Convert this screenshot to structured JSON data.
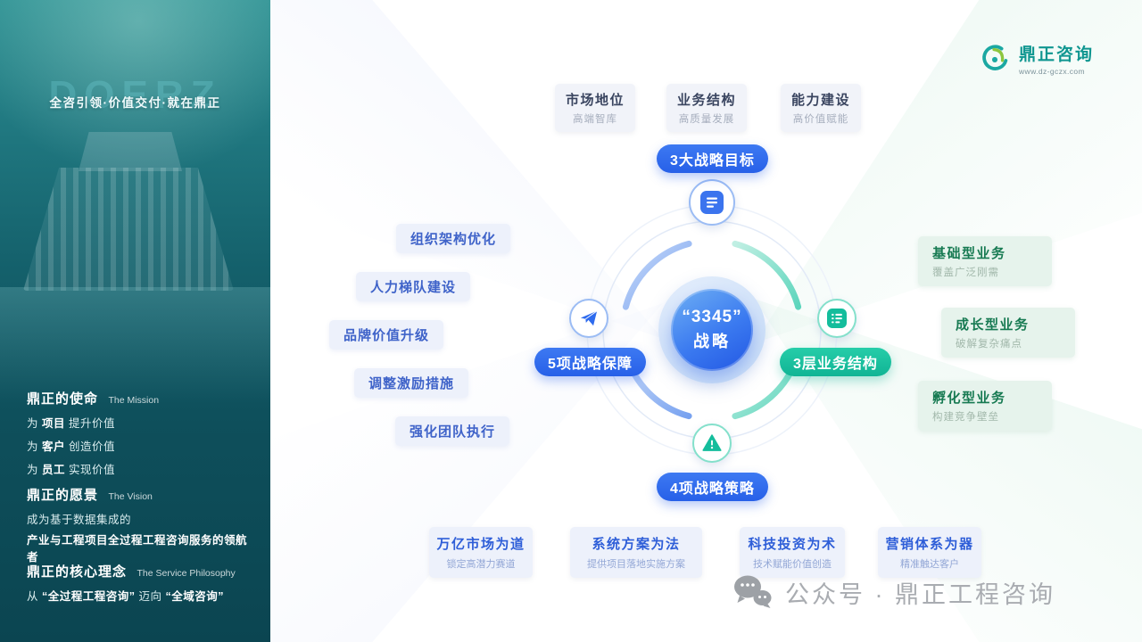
{
  "colors": {
    "accent_blue": "#2e6bee",
    "accent_teal": "#12b494",
    "sidebar_teal": "#11535e"
  },
  "sidebar": {
    "watermark": "DOERZ",
    "slogan": "全咨引领·价值交付·就在鼎正",
    "mission": {
      "title": "鼎正的使命",
      "subtitle": "The Mission",
      "lines": [
        {
          "pre": "为 ",
          "key": "项目",
          "post": " 提升价值"
        },
        {
          "pre": "为 ",
          "key": "客户",
          "post": " 创造价值"
        },
        {
          "pre": "为 ",
          "key": "员工",
          "post": " 实现价值"
        }
      ]
    },
    "vision": {
      "title": "鼎正的愿景",
      "subtitle": "The Vision",
      "line1": "成为基于数据集成的",
      "line2": "产业与工程项目全过程工程咨询服务的领航者"
    },
    "philosophy": {
      "title": "鼎正的核心理念",
      "subtitle": "The Service Philosophy",
      "pre": "从 ",
      "quote1": "“全过程工程咨询”",
      "mid": " 迈向 ",
      "quote2": "“全域咨询”"
    }
  },
  "logo": {
    "name": "鼎正咨询",
    "url": "www.dz-gczx.com"
  },
  "diagram": {
    "center": {
      "line1": "“3345”",
      "line2": "战略"
    },
    "nodes": {
      "top": "3大战略目标",
      "left": "5项战略保障",
      "right": "3层业务结构",
      "bottom": "4项战略策略"
    },
    "goals": [
      {
        "title": "市场地位",
        "desc": "高端智库"
      },
      {
        "title": "业务结构",
        "desc": "高质量发展"
      },
      {
        "title": "能力建设",
        "desc": "高价值赋能"
      }
    ],
    "safeguards": [
      "组织架构优化",
      "人力梯队建设",
      "品牌价值升级",
      "调整激励措施",
      "强化团队执行"
    ],
    "business": [
      {
        "title": "基础型业务",
        "desc": "覆盖广泛刚需"
      },
      {
        "title": "成长型业务",
        "desc": "破解复杂痛点"
      },
      {
        "title": "孵化型业务",
        "desc": "构建竞争壁垒"
      }
    ],
    "strategies": [
      {
        "title": "万亿市场为道",
        "desc": "锁定高潜力赛道"
      },
      {
        "title": "系统方案为法",
        "desc": "提供项目落地实施方案"
      },
      {
        "title": "科技投资为术",
        "desc": "技术赋能价值创造"
      },
      {
        "title": "营销体系为器",
        "desc": "精准触达客户"
      }
    ]
  },
  "footer": {
    "label": "公众号 · 鼎正工程咨询"
  }
}
